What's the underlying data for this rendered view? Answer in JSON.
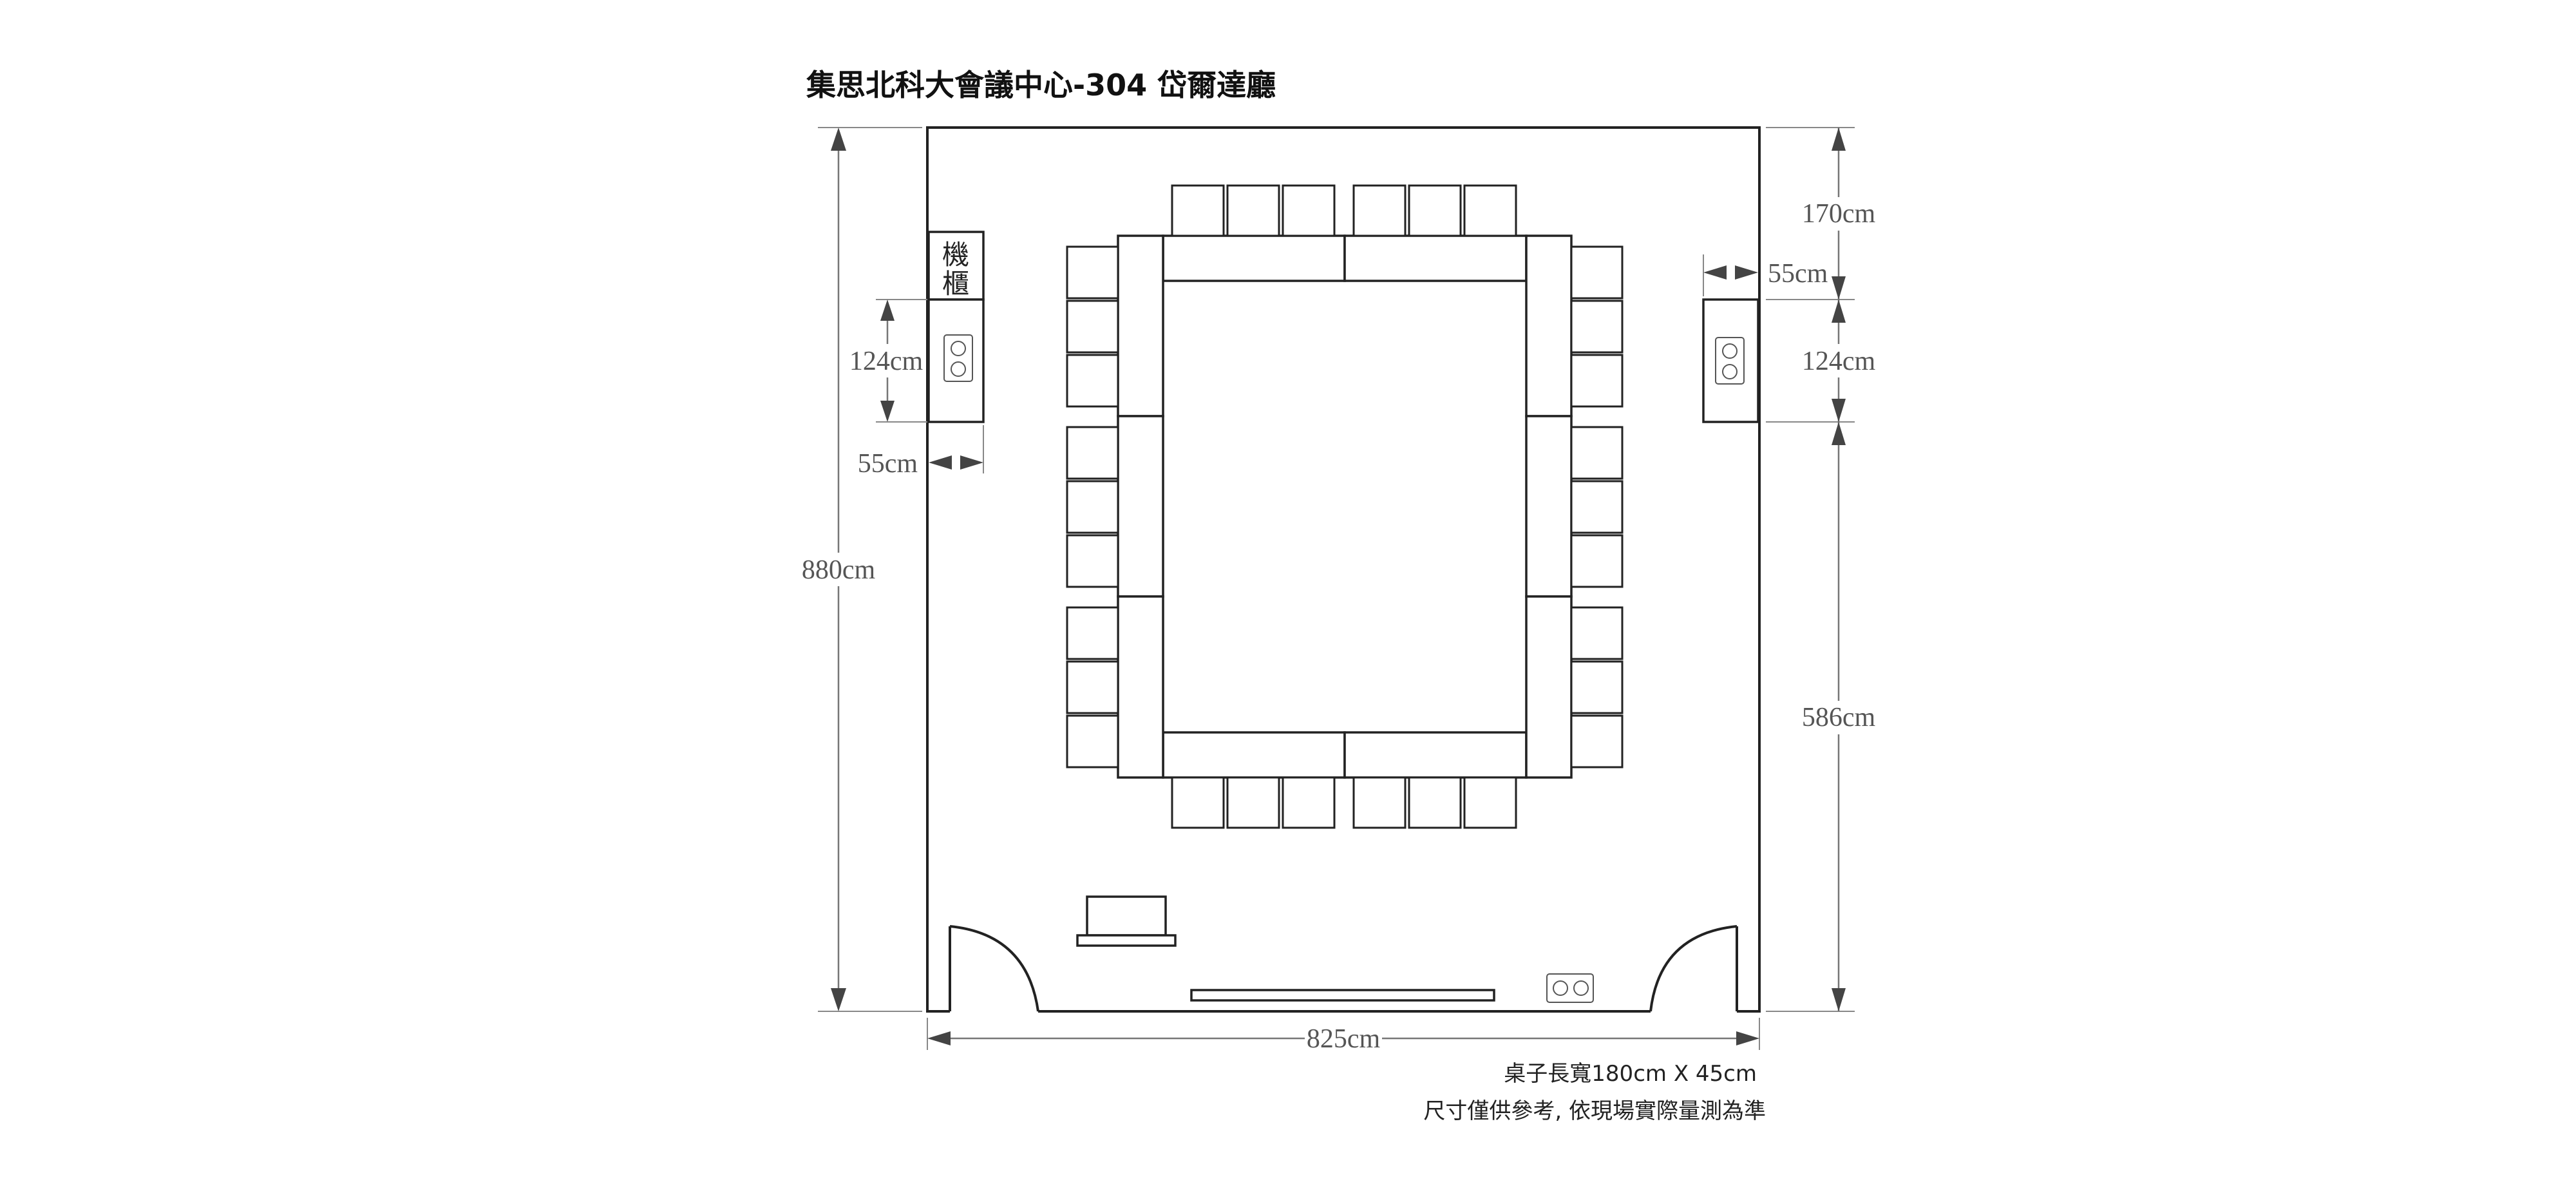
{
  "title": "集思北科大會議中心-304 岱爾達廳",
  "cabinet_label": [
    "機",
    "櫃"
  ],
  "dimensions": {
    "total_height": "880cm",
    "total_width": "825cm",
    "top_to_panel": "170cm",
    "right_panel_height": "124cm",
    "right_panel_depth": "55cm",
    "panel_to_bottom": "586cm",
    "left_panel_height": "124cm",
    "left_panel_depth": "55cm"
  },
  "notes": {
    "table_size": "桌子長寬180cm X 45cm",
    "disclaimer": "尺寸僅供參考, 依現場實際量測為準"
  },
  "icons": {
    "outlet": "power-outlet-icon",
    "projector": "projector-cart-icon",
    "screen": "screen-bar-icon",
    "door": "door-swing-icon"
  },
  "colors": {
    "stroke": "#222222",
    "dimension": "#555555",
    "background": "#ffffff"
  }
}
